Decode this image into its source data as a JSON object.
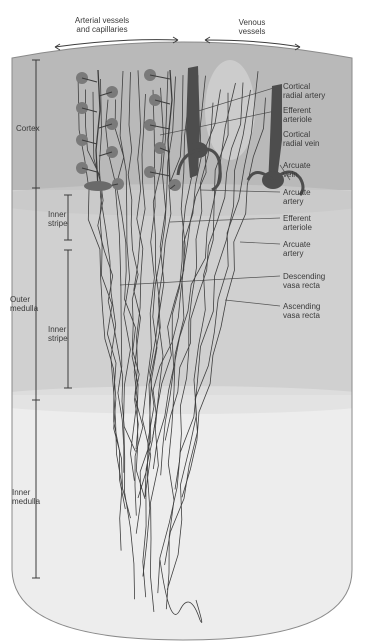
{
  "diagram": {
    "top_labels": {
      "arterial": "Arterial vessels\nand capillaries",
      "venous": "Venous\nvessels"
    },
    "left_labels": {
      "cortex": "Cortex",
      "inner_stripe": "Inner\nstripe",
      "outer_medulla": "Outer\nmedulla",
      "inner_stripe_2": "Inner\nstripe",
      "inner_medulla": "Inner\nmedulla"
    },
    "right_labels": [
      "Cortical\nradial artery",
      "Efferent\narteriole",
      "Cortical\nradial vein",
      "Arcuate\nvein",
      "Arcuate\nartery",
      "Efferent\narteriole",
      "Arcuate\nartery",
      "Descending\nvasa recta",
      "Ascending\nvasa recta"
    ],
    "colors": {
      "cortex_band": "#b8b8b8",
      "outer_medulla_band": "#d2d2d2",
      "inner_medulla_band": "#ececec",
      "vessel_dark": "#4a4a4a",
      "glomerulus": "#7a7a7a",
      "line": "#3c3c3c"
    }
  }
}
